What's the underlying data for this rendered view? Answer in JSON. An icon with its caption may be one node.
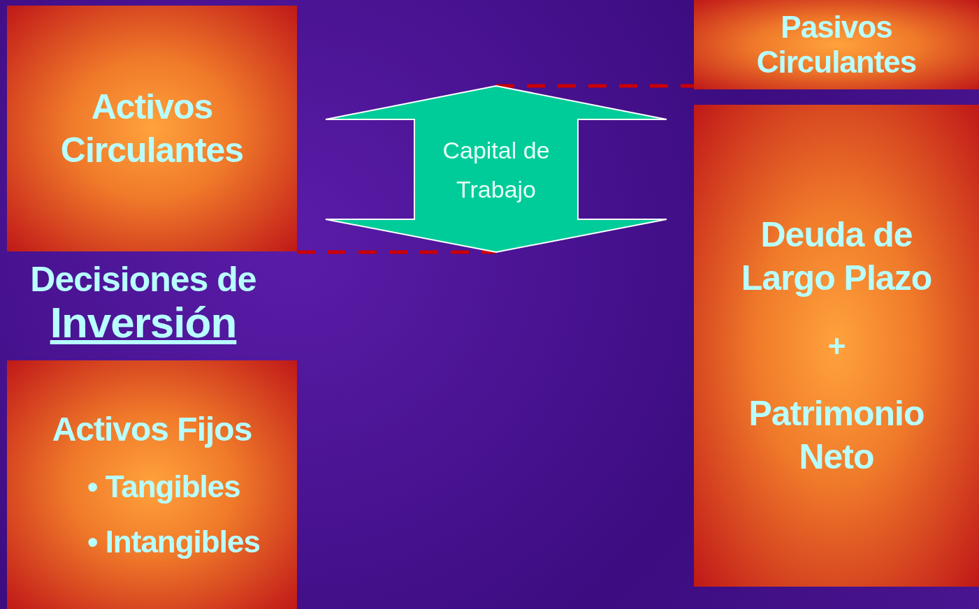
{
  "diagram": {
    "nodes": [
      {
        "text": [
          "Activos Circulantes"
        ]
      },
      {
        "text": [
          "Capital de Trabajo"
        ]
      },
      {
        "text": [
          "Pasivos Circulantes"
        ]
      },
      {
        "text": [
          "Deuda de Largo Plazo",
          "+",
          "Patrimonio Neto"
        ]
      },
      {
        "text": [
          "Activos Fijos",
          "• Tangibles",
          "• Intangibles"
        ]
      }
    ],
    "edges": [
      {
        "from": 0,
        "to": 1,
        "arrow": "none",
        "style": "dashed",
        "color": "#cc0000"
      },
      {
        "from": 1,
        "to": 2,
        "arrow": "none",
        "style": "dashed",
        "color": "#cc0000"
      }
    ],
    "labels": [
      "Decisiones de",
      "Inversión"
    ]
  }
}
